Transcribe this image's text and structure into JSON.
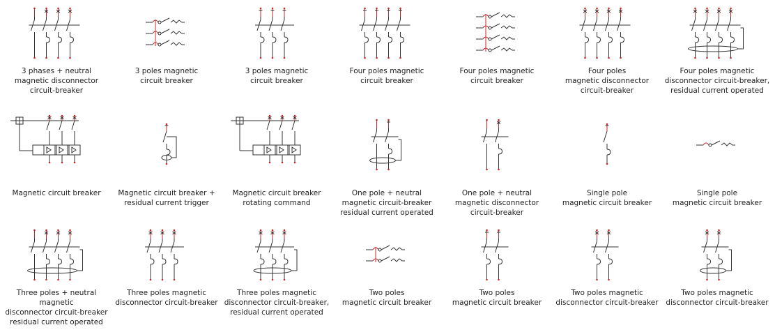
{
  "symbols": [
    {
      "label": "3 phases + neutral\nmagnetic disconnector\ncircuit-breaker",
      "kind": "poles",
      "poles": 4,
      "mark": "disc",
      "first_plain": true
    },
    {
      "label": "3 poles magnetic\ncircuit breaker",
      "kind": "horiz",
      "poles": 3
    },
    {
      "label": "3 poles magnetic\ncircuit breaker",
      "kind": "poles",
      "poles": 3,
      "mark": "cb"
    },
    {
      "label": "Four poles magnetic\ncircuit breaker",
      "kind": "poles",
      "poles": 4,
      "mark": "cb"
    },
    {
      "label": "Four poles magnetic\ncircuit breaker",
      "kind": "horiz",
      "poles": 4
    },
    {
      "label": "Four poles\nmagnetic disconnector\ncircuit-breaker",
      "kind": "poles",
      "poles": 4,
      "mark": "disc"
    },
    {
      "label": "Four poles magnetic\ndisconnector circuit-breaker,\nresidual current operated",
      "kind": "poles",
      "poles": 4,
      "mark": "disc",
      "rcd": true
    },
    {
      "label": "Magnetic circuit breaker",
      "kind": "relay",
      "poles": 3,
      "rotating": false
    },
    {
      "label": "Magnetic circuit breaker +\nresidual current trigger",
      "kind": "single",
      "mark": "cb",
      "rcd": true
    },
    {
      "label": "Magnetic circuit breaker\nrotating command",
      "kind": "relay",
      "poles": 3,
      "rotating": true
    },
    {
      "label": "One pole + neutral\nmagnetic circuit-breaker\nresidual current operated",
      "kind": "poles",
      "poles": 2,
      "mark": "cb",
      "first_plain": true,
      "rcd": true
    },
    {
      "label": "One pole + neutral\nmagnetic disconnector\ncircuit-breaker",
      "kind": "poles",
      "poles": 2,
      "mark": "disc",
      "first_plain": true
    },
    {
      "label": "Single pole\nmagnetic circuit breaker",
      "kind": "single",
      "mark": "cb",
      "rcd": false
    },
    {
      "label": "Single pole\nmagnetic circuit breaker",
      "kind": "horiz",
      "poles": 1
    },
    {
      "label": "Three poles + neutral magnetic\ndisconnector circuit-breaker\nresidual current operated",
      "kind": "poles",
      "poles": 4,
      "mark": "disc",
      "first_plain": true,
      "rcd": true
    },
    {
      "label": "Three poles magnetic\ndisconnector circuit-breaker",
      "kind": "poles",
      "poles": 3,
      "mark": "disc"
    },
    {
      "label": "Three poles magnetic\ndisconnector circuit-breaker,\nresidual current operated",
      "kind": "poles",
      "poles": 3,
      "mark": "disc",
      "rcd": true
    },
    {
      "label": "Two poles\nmagnetic circuit breaker",
      "kind": "horiz",
      "poles": 2
    },
    {
      "label": "Two poles\nmagnetic circuit breaker",
      "kind": "poles",
      "poles": 2,
      "mark": "cb"
    },
    {
      "label": "Two poles magnetic\ndisconnector circuit-breaker",
      "kind": "poles",
      "poles": 2,
      "mark": "disc"
    },
    {
      "label": "Two poles magnetic\ndisconnector circuit-breaker",
      "kind": "poles",
      "poles": 2,
      "mark": "disc",
      "rcd": true
    }
  ],
  "colors": {
    "line": "#333333",
    "accent": "#c62828"
  }
}
